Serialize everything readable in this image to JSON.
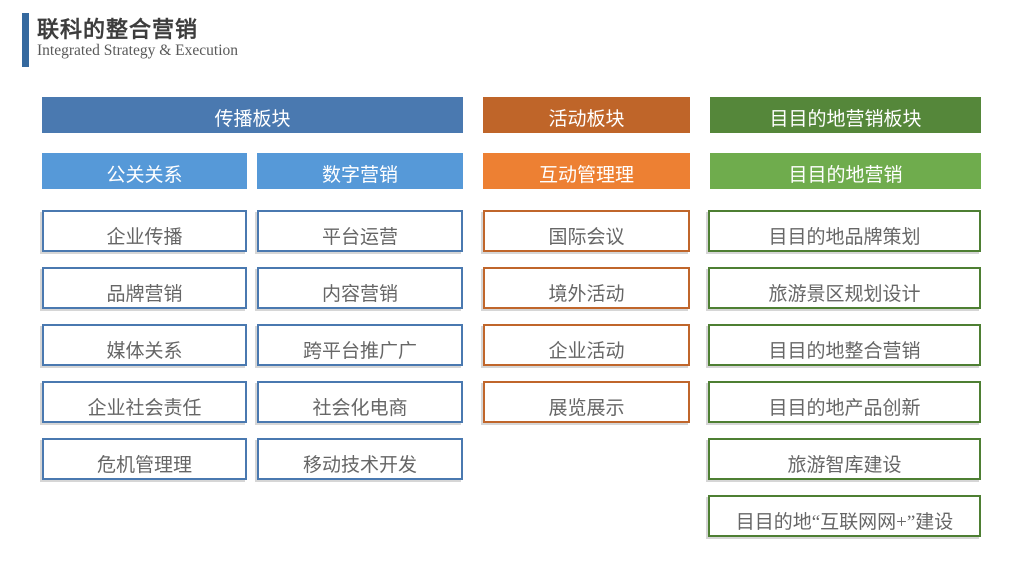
{
  "title": {
    "text": "联科的整合营销",
    "subtitle": "Integrated Strategy & Execution"
  },
  "colors": {
    "accent_bar": "#35699f",
    "header_blue": "#4a79b0",
    "sub_blue": "#5699d8",
    "header_orange": "#bf6529",
    "sub_orange": "#ed8033",
    "header_green": "#55873a",
    "sub_green": "#6fac4d",
    "border_blue": "#4a79b0",
    "border_orange": "#c0662b",
    "border_green": "#4e7f33",
    "item_text": "#666666",
    "title_text": "#3d3d3d",
    "subtitle_text": "#595959"
  },
  "sections": [
    {
      "header": "传播板块",
      "columns": [
        {
          "subheader": "公关关系",
          "items": [
            "企业传播",
            "品牌营销",
            "媒体关系",
            "企业社会责任",
            "危机管理理"
          ]
        },
        {
          "subheader": "数字营销",
          "items": [
            "平台运营",
            "内容营销",
            "跨平台推广广",
            "社会化电商",
            "移动技术开发"
          ]
        }
      ]
    },
    {
      "header": "活动板块",
      "columns": [
        {
          "subheader": "互动管理理",
          "items": [
            "国际会议",
            "境外活动",
            "企业活动",
            "展览展示"
          ]
        }
      ]
    },
    {
      "header": "目目的地营销板块",
      "columns": [
        {
          "subheader": "目目的地营销",
          "items": [
            "目目的地品牌策划",
            "旅游景区规划设计",
            "目目的地整合营销",
            "目目的地产品创新",
            "旅游智库建设",
            "目目的地“互联网网+”建设"
          ]
        }
      ]
    }
  ]
}
